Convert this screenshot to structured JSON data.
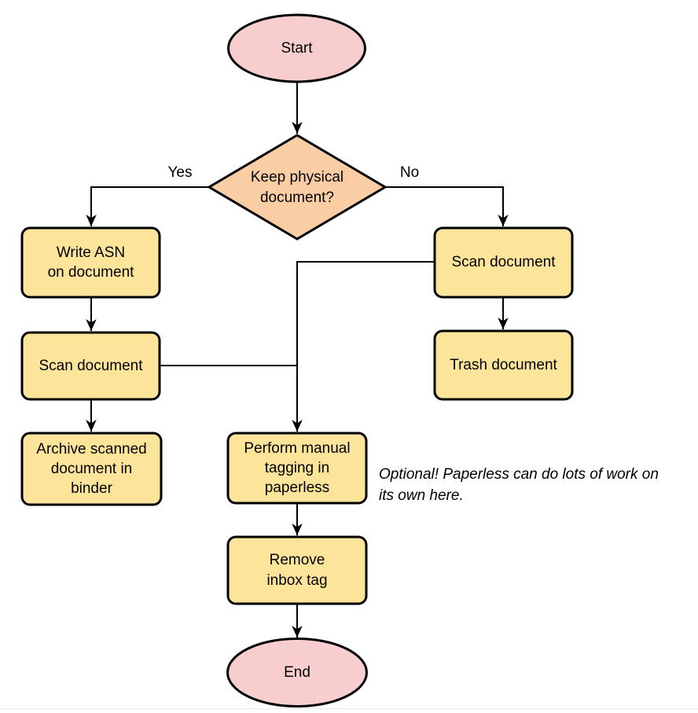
{
  "diagram": {
    "title_hint": "Paperless document intake flowchart",
    "colors": {
      "terminal_fill": "#f7cecd",
      "process_fill": "#fde49b",
      "decision_fill": "#facda5",
      "stroke": "#000000",
      "background": "#ffffff",
      "hairline": "#e8eaed"
    },
    "nodes": {
      "start": {
        "type": "terminal",
        "label": "Start"
      },
      "decision": {
        "type": "decision",
        "label": "Keep physical\ndocument?"
      },
      "write_asn": {
        "type": "process",
        "label": "Write ASN\non document"
      },
      "scan_left": {
        "type": "process",
        "label": "Scan document"
      },
      "archive": {
        "type": "process",
        "label": "Archive scanned\ndocument in\nbinder"
      },
      "scan_right": {
        "type": "process",
        "label": "Scan document"
      },
      "trash": {
        "type": "process",
        "label": "Trash document"
      },
      "tagging": {
        "type": "process",
        "label": "Perform manual\ntagging in\npaperless"
      },
      "remove_inbox": {
        "type": "process",
        "label": "Remove\ninbox tag"
      },
      "end": {
        "type": "terminal",
        "label": "End"
      }
    },
    "edge_labels": {
      "yes": "Yes",
      "no": "No"
    },
    "note": "Optional! Paperless can do lots of work on\nits own here."
  }
}
